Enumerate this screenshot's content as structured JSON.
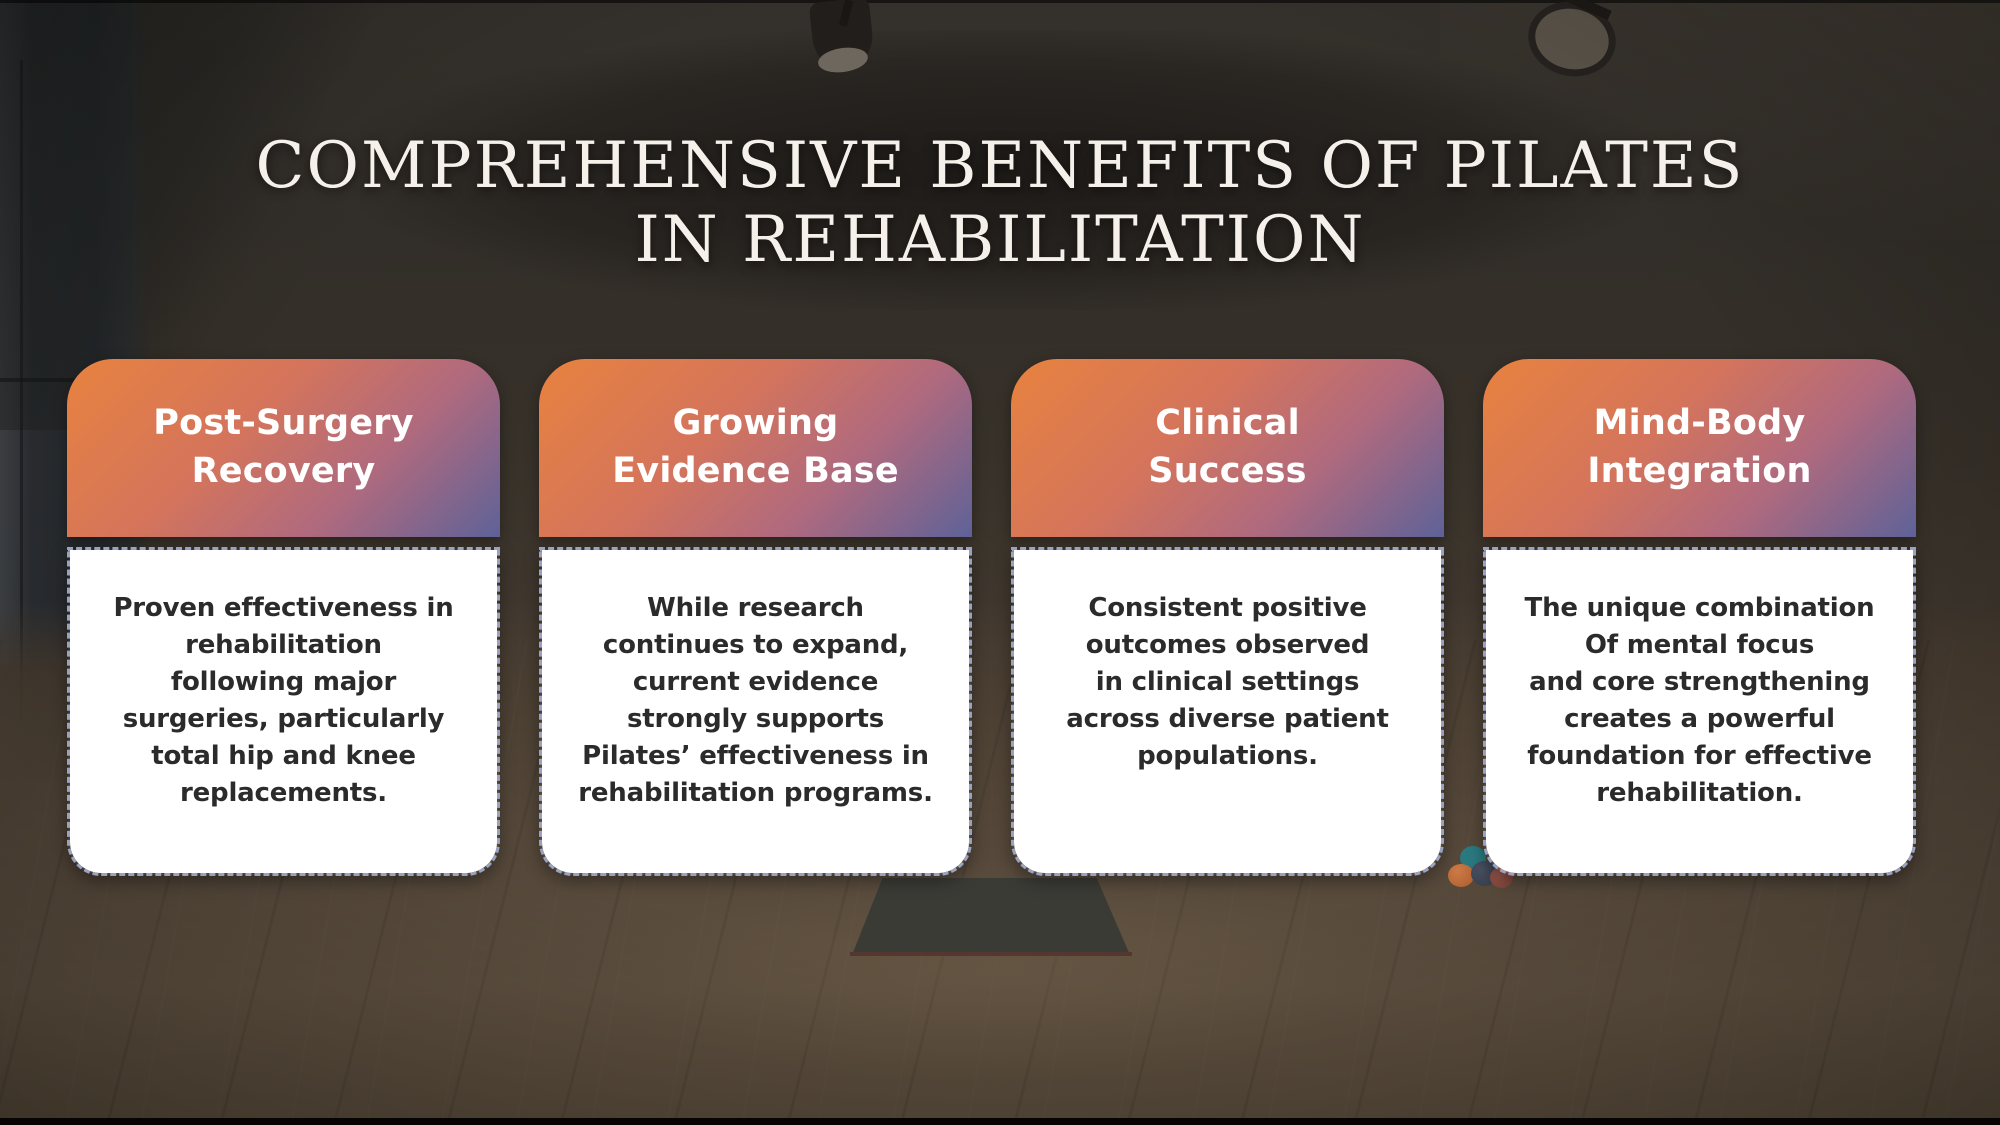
{
  "slide_title": {
    "line1": "COMPREHENSIVE BENEFITS OF PILATES",
    "line2": "IN REHABILITATION"
  },
  "cards": [
    {
      "id": "post-surgery-recovery",
      "title_lines": [
        "Post-Surgery",
        "Recovery"
      ],
      "body_lines": [
        "Proven effectiveness in",
        "rehabilitation",
        "following major",
        "surgeries, particularly",
        "total hip and knee",
        "replacements."
      ]
    },
    {
      "id": "growing-evidence-base",
      "title_lines": [
        "Growing",
        "Evidence Base"
      ],
      "body_lines": [
        "While research",
        "continues to expand,",
        "current evidence",
        "strongly supports",
        "Pilates’ effectiveness in",
        "rehabilitation programs."
      ]
    },
    {
      "id": "clinical-success",
      "title_lines": [
        "Clinical",
        "Success"
      ],
      "body_lines": [
        "Consistent positive",
        "outcomes observed",
        "in clinical settings",
        "across diverse patient",
        "populations."
      ]
    },
    {
      "id": "mind-body-integration",
      "title_lines": [
        "Mind-Body",
        "Integration"
      ],
      "body_lines": [
        "The unique combination",
        "Of mental focus",
        "and core strengthening",
        "creates a powerful",
        "foundation for effective",
        "rehabilitation."
      ]
    }
  ],
  "theme": {
    "header_gradient_start": "#E8823F",
    "header_gradient_mid": "#C96E6B",
    "header_gradient_end": "#5E6298",
    "header_text_color": "#FFFFFF",
    "body_bg_color": "#FFFFFF",
    "body_text_color": "#2B2B2B",
    "body_border_color": "#99A2C0",
    "title_text_color": "#F5F1EA",
    "background_scene": "darkened pilates studio with wood floor, windows, ceiling spotlights, mat and small exercise balls"
  }
}
